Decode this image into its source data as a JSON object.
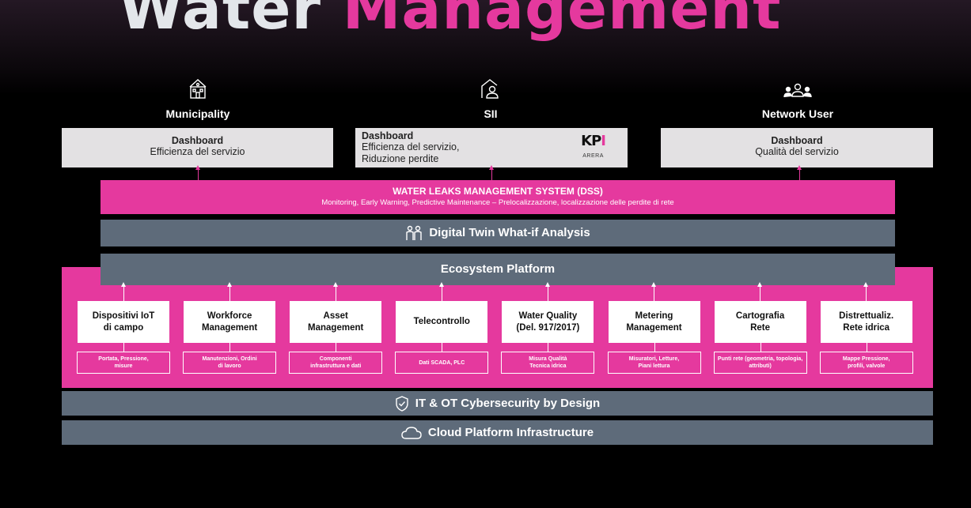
{
  "title": {
    "word1": "Water",
    "word2": "Management"
  },
  "personas": [
    {
      "label": "Municipality",
      "icon": "municipality-icon"
    },
    {
      "label": "SII",
      "icon": "home-user-icon"
    },
    {
      "label": "Network User",
      "icon": "users-group-icon"
    }
  ],
  "dashboards": {
    "left": {
      "title": "Dashboard",
      "subtitle": "Efficienza del servizio"
    },
    "middle": {
      "title": "Dashboard",
      "line1": "Efficienza del servizio,",
      "line2": "Riduzione perdite",
      "kpi_logo": "KPI",
      "kpi_caption": "ARERA"
    },
    "right": {
      "title": "Dashboard",
      "subtitle": "Qualità del servizio"
    }
  },
  "layers": {
    "dss_title": "WATER LEAKS MANAGEMENT SYSTEM (DSS)",
    "dss_subtitle": "Monitoring, Early Warning, Predictive Maintenance – Prelocalizzazione, localizzazione delle perdite di rete",
    "digital_twin": "Digital Twin What-if Analysis",
    "ecosystem": "Ecosystem Platform",
    "cybersecurity": "IT & OT Cybersecurity by Design",
    "cloud": "Cloud Platform Infrastructure"
  },
  "modules": [
    {
      "name": "Dispositivi IoT\ndi campo",
      "detail": "Portata, Pressione,\nmisure"
    },
    {
      "name": "Workforce\nManagement",
      "detail": "Manutenzioni, Ordini\ndi lavoro"
    },
    {
      "name": "Asset\nManagement",
      "detail": "Componenti\ninfrastruttura e dati"
    },
    {
      "name": "Telecontrollo",
      "detail": "Dati SCADA, PLC"
    },
    {
      "name": "Water Quality\n(Del. 917/2017)",
      "detail": "Misura Qualità\nTecnica idrica"
    },
    {
      "name": "Metering\nManagement",
      "detail": "Misuratori, Letture,\nPiani lettura"
    },
    {
      "name": "Cartografia\nRete",
      "detail": "Punti rete (geometria, topologia,\nattributi)"
    },
    {
      "name": "Distrettualiz.\nRete idrica",
      "detail": "Mappe Pressione,\nprofili, valvole"
    }
  ],
  "colors": {
    "accent": "#e5399e",
    "band": "#5e6b7a",
    "dashboard_bg": "#e3e1e3",
    "background": "#000000"
  }
}
